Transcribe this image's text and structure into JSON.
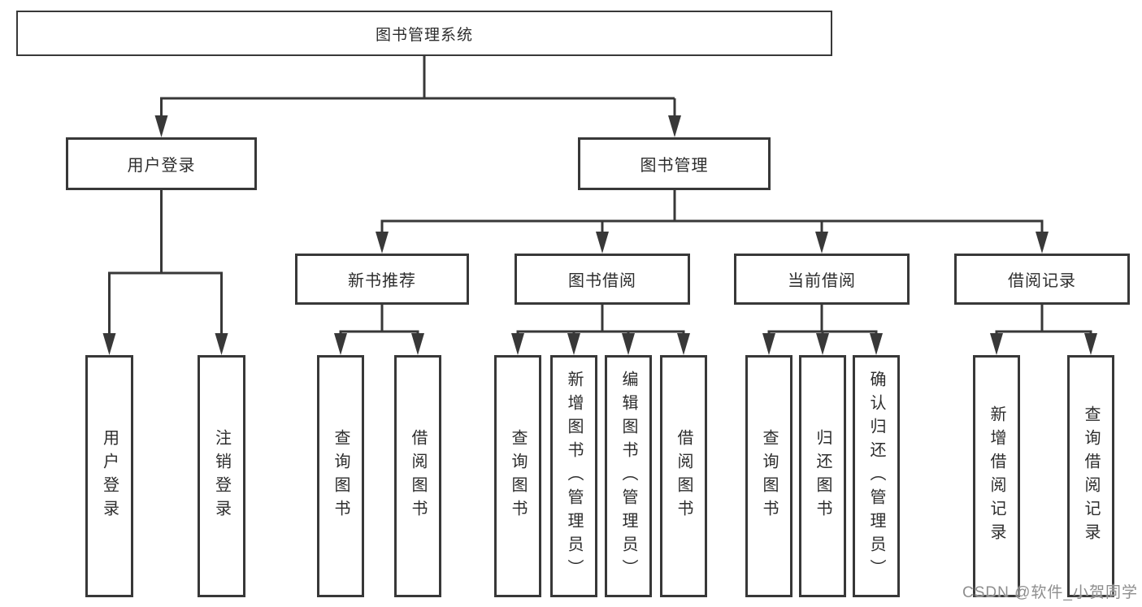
{
  "tree": {
    "root": {
      "label": "图书管理系统",
      "children": [
        {
          "label": "用户登录",
          "children": [
            {
              "label": "用户登录"
            },
            {
              "label": "注销登录"
            }
          ]
        },
        {
          "label": "图书管理",
          "children": [
            {
              "label": "新书推荐",
              "children": [
                {
                  "label": "查询图书"
                },
                {
                  "label": "借阅图书"
                }
              ]
            },
            {
              "label": "图书借阅",
              "children": [
                {
                  "label": "查询图书"
                },
                {
                  "label": "新增图书（管理员）"
                },
                {
                  "label": "编辑图书（管理员）"
                },
                {
                  "label": "借阅图书"
                }
              ]
            },
            {
              "label": "当前借阅",
              "children": [
                {
                  "label": "查询图书"
                },
                {
                  "label": "归还图书"
                },
                {
                  "label": "确认归还（管理员）"
                }
              ]
            },
            {
              "label": "借阅记录",
              "children": [
                {
                  "label": "新增借阅记录"
                },
                {
                  "label": "查询借阅记录"
                }
              ]
            }
          ]
        }
      ]
    }
  },
  "watermark": {
    "text": "CSDN @软件_小贺同学"
  },
  "colors": {
    "line": "#383838",
    "text": "#2d2d2d",
    "watermark": "#8e8e8e",
    "canvas_bg": "#ffffff"
  }
}
